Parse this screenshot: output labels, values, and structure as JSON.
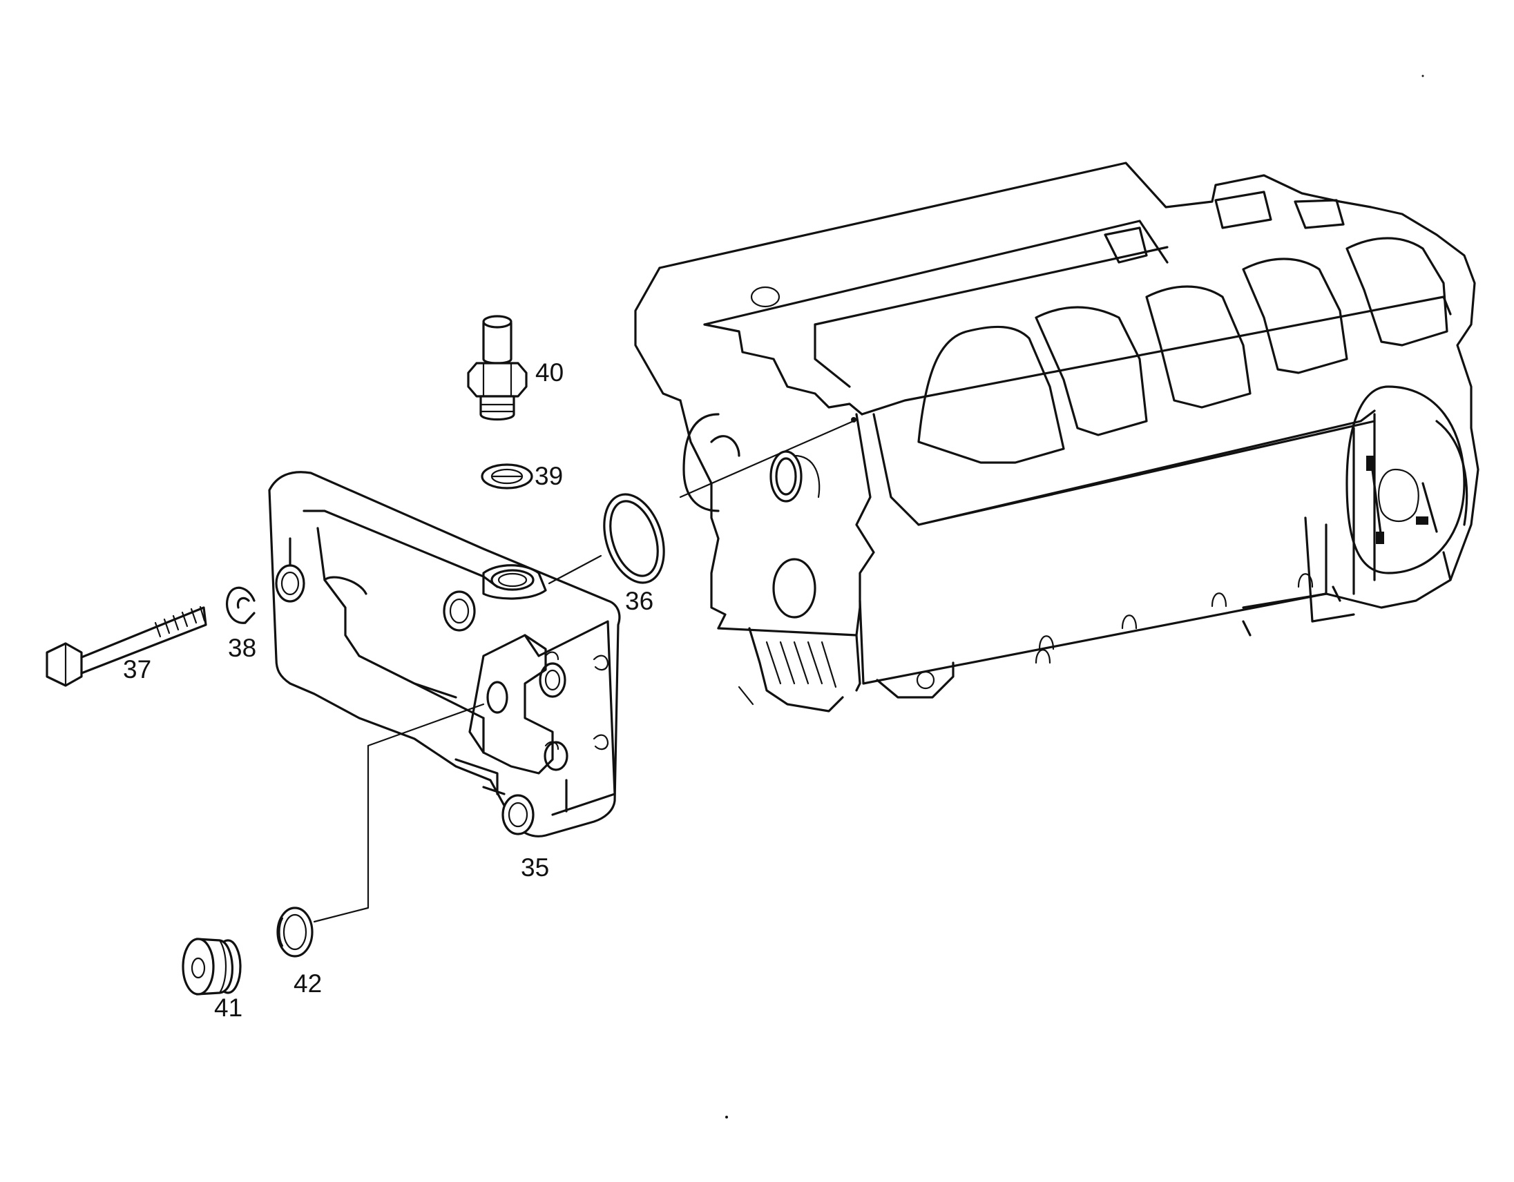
{
  "callouts": [
    {
      "id": "p35",
      "label": "35"
    },
    {
      "id": "p36",
      "label": "36"
    },
    {
      "id": "p37",
      "label": "37"
    },
    {
      "id": "p38",
      "label": "38"
    },
    {
      "id": "p39",
      "label": "39"
    },
    {
      "id": "p40",
      "label": "40"
    },
    {
      "id": "p41",
      "label": "41"
    },
    {
      "id": "p42",
      "label": "42"
    }
  ],
  "colors": {
    "line": "#111111",
    "background": "#ffffff"
  }
}
